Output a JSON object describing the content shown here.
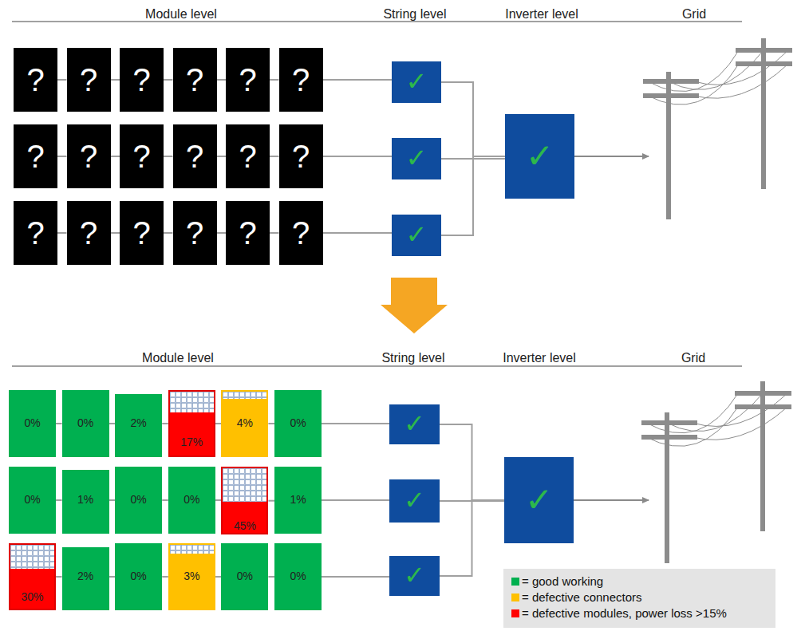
{
  "diagram": {
    "nodes": [
      {
        "text": [
          "?"
        ]
      },
      {
        "text": [
          "?"
        ]
      },
      {
        "text": [
          "?"
        ]
      },
      {
        "text": [
          "?"
        ]
      },
      {
        "text": [
          "?"
        ]
      },
      {
        "text": [
          "?"
        ]
      },
      {
        "text": [
          "?"
        ]
      },
      {
        "text": [
          "?"
        ]
      },
      {
        "text": [
          "?"
        ]
      },
      {
        "text": [
          "?"
        ]
      },
      {
        "text": [
          "?"
        ]
      },
      {
        "text": [
          "?"
        ]
      },
      {
        "text": [
          "?"
        ]
      },
      {
        "text": [
          "?"
        ]
      },
      {
        "text": [
          "?"
        ]
      },
      {
        "text": [
          "?"
        ]
      },
      {
        "text": [
          "?"
        ]
      },
      {
        "text": [
          "?"
        ]
      },
      {
        "text": [
          "✓"
        ]
      },
      {
        "text": [
          "✓"
        ]
      },
      {
        "text": [
          "✓"
        ]
      },
      {
        "text": [
          "✓"
        ]
      },
      {
        "text": [
          "0%"
        ]
      },
      {
        "text": [
          "0%"
        ]
      },
      {
        "text": [
          "2%"
        ]
      },
      {
        "text": [
          "17%"
        ]
      },
      {
        "text": [
          "4%"
        ]
      },
      {
        "text": [
          "0%"
        ]
      },
      {
        "text": [
          "0%"
        ]
      },
      {
        "text": [
          "1%"
        ]
      },
      {
        "text": [
          "0%"
        ]
      },
      {
        "text": [
          "0%"
        ]
      },
      {
        "text": [
          "45%"
        ]
      },
      {
        "text": [
          "1%"
        ]
      },
      {
        "text": [
          "30%"
        ]
      },
      {
        "text": [
          "2%"
        ]
      },
      {
        "text": [
          "0%"
        ]
      },
      {
        "text": [
          "3%"
        ]
      },
      {
        "text": [
          "0%"
        ]
      },
      {
        "text": [
          "0%"
        ]
      },
      {
        "text": [
          "✓"
        ]
      },
      {
        "text": [
          "✓"
        ]
      },
      {
        "text": [
          "✓"
        ]
      },
      {
        "text": [
          "✓"
        ]
      }
    ],
    "edges": [
      {
        "from": 0,
        "to": 1,
        "arrow": "none"
      },
      {
        "from": 1,
        "to": 2,
        "arrow": "none"
      },
      {
        "from": 2,
        "to": 3,
        "arrow": "none"
      },
      {
        "from": 3,
        "to": 4,
        "arrow": "none"
      },
      {
        "from": 4,
        "to": 5,
        "arrow": "none"
      },
      {
        "from": 5,
        "to": 18,
        "arrow": "none"
      },
      {
        "from": 6,
        "to": 7,
        "arrow": "none"
      },
      {
        "from": 7,
        "to": 8,
        "arrow": "none"
      },
      {
        "from": 8,
        "to": 9,
        "arrow": "none"
      },
      {
        "from": 9,
        "to": 10,
        "arrow": "none"
      },
      {
        "from": 10,
        "to": 11,
        "arrow": "none"
      },
      {
        "from": 11,
        "to": 19,
        "arrow": "none"
      },
      {
        "from": 12,
        "to": 13,
        "arrow": "none"
      },
      {
        "from": 13,
        "to": 14,
        "arrow": "none"
      },
      {
        "from": 14,
        "to": 15,
        "arrow": "none"
      },
      {
        "from": 15,
        "to": 16,
        "arrow": "none"
      },
      {
        "from": 16,
        "to": 17,
        "arrow": "none"
      },
      {
        "from": 17,
        "to": 20,
        "arrow": "none"
      },
      {
        "from": 18,
        "to": 21,
        "arrow": "none"
      },
      {
        "from": 19,
        "to": 21,
        "arrow": "none"
      },
      {
        "from": 20,
        "to": 21,
        "arrow": "none"
      },
      {
        "from": 22,
        "to": 23,
        "arrow": "none"
      },
      {
        "from": 23,
        "to": 24,
        "arrow": "none"
      },
      {
        "from": 24,
        "to": 25,
        "arrow": "none"
      },
      {
        "from": 25,
        "to": 26,
        "arrow": "none"
      },
      {
        "from": 26,
        "to": 27,
        "arrow": "none"
      },
      {
        "from": 27,
        "to": 40,
        "arrow": "none"
      },
      {
        "from": 28,
        "to": 29,
        "arrow": "none"
      },
      {
        "from": 29,
        "to": 30,
        "arrow": "none"
      },
      {
        "from": 30,
        "to": 31,
        "arrow": "none"
      },
      {
        "from": 31,
        "to": 32,
        "arrow": "none"
      },
      {
        "from": 32,
        "to": 33,
        "arrow": "none"
      },
      {
        "from": 33,
        "to": 41,
        "arrow": "none"
      },
      {
        "from": 34,
        "to": 35,
        "arrow": "none"
      },
      {
        "from": 35,
        "to": 36,
        "arrow": "none"
      },
      {
        "from": 36,
        "to": 37,
        "arrow": "none"
      },
      {
        "from": 37,
        "to": 38,
        "arrow": "none"
      },
      {
        "from": 38,
        "to": 39,
        "arrow": "none"
      },
      {
        "from": 39,
        "to": 42,
        "arrow": "none"
      },
      {
        "from": 40,
        "to": 43,
        "arrow": "none"
      },
      {
        "from": 41,
        "to": 43,
        "arrow": "none"
      },
      {
        "from": 42,
        "to": 43,
        "arrow": "none"
      }
    ],
    "labels": [
      "Module level",
      "String level",
      "Inverter level",
      "Grid",
      "Module level",
      "String level",
      "Inverter level",
      "Grid"
    ],
    "legend": [
      {
        "text": "= good working",
        "color": "#00b050"
      },
      {
        "text": "= defective connectors",
        "color": "#ffc000"
      },
      {
        "text": "= defective modules, power loss >15%",
        "color": "#ff0000"
      }
    ]
  }
}
